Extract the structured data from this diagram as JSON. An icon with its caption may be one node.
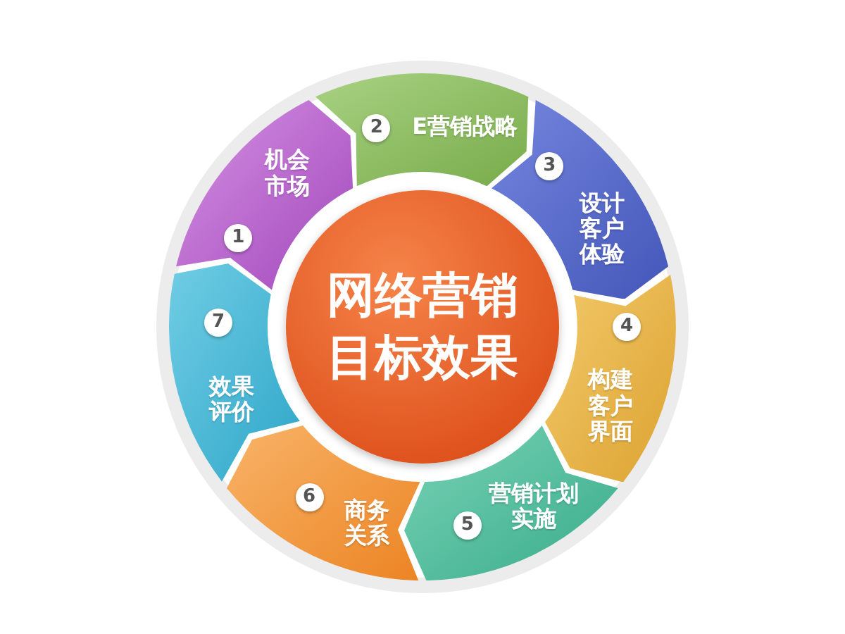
{
  "diagram": {
    "nodes": [
      {
        "text": [
          "网络营销目标效果"
        ]
      },
      {
        "text": [
          "1",
          "机会市场"
        ]
      },
      {
        "text": [
          "2",
          "E营销战略"
        ]
      },
      {
        "text": [
          "3",
          "设计客户体验"
        ]
      },
      {
        "text": [
          "4",
          "构建客户界面"
        ]
      },
      {
        "text": [
          "5",
          "营销计划实施"
        ]
      },
      {
        "text": [
          "6",
          "商务关系"
        ]
      },
      {
        "text": [
          "7",
          "效果评价"
        ]
      }
    ]
  }
}
